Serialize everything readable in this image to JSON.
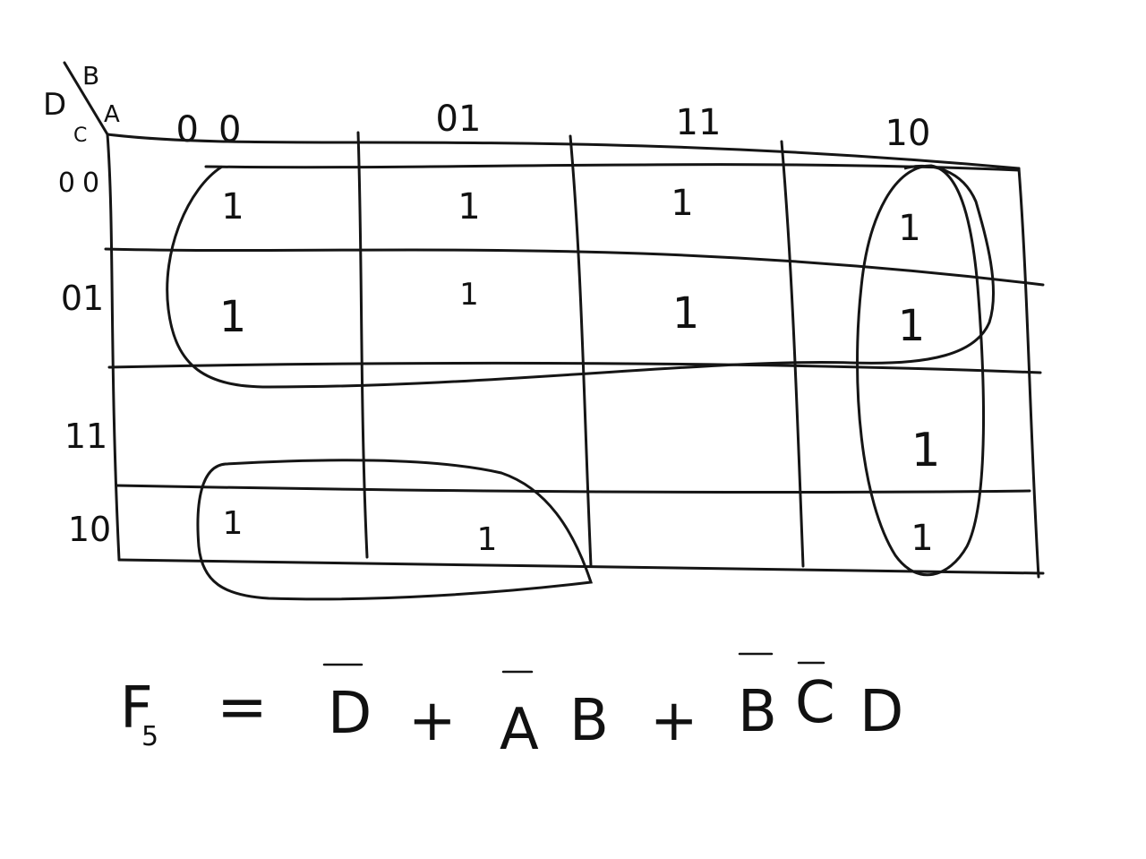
{
  "corner": {
    "var_d": "D",
    "var_b": "B",
    "var_c": "C",
    "var_a": "A"
  },
  "columns": [
    "00",
    "01",
    "11",
    "10"
  ],
  "rows": [
    "00",
    "01",
    "11",
    "10"
  ],
  "cells": [
    [
      "1",
      "1",
      "1",
      "1"
    ],
    [
      "1",
      "1",
      "1",
      "1"
    ],
    [
      "",
      "",
      "",
      "1"
    ],
    [
      "1",
      "1",
      "",
      "1"
    ]
  ],
  "expression": {
    "lhs_main": "F",
    "lhs_sub": "5",
    "equals": "=",
    "term1": "D",
    "plus1": "+",
    "term2_a": "A",
    "term2_b": "B",
    "plus2": "+",
    "term3_b": "B",
    "term3_c": "C",
    "term3_d": "D"
  },
  "colors": {
    "ink": "#151515",
    "paper": "#ffffff"
  }
}
